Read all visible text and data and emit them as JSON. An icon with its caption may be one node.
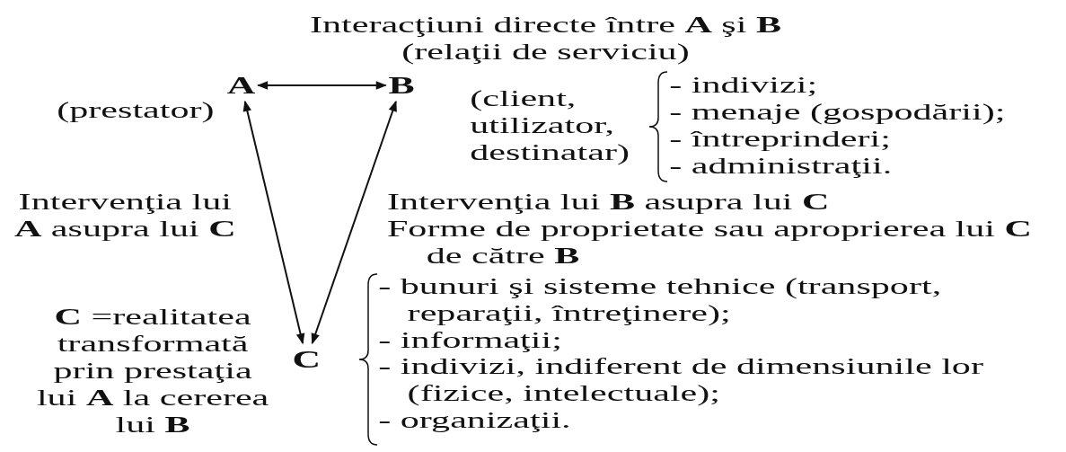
{
  "diagram": {
    "nodes": [
      {
        "text": [
          "A"
        ],
        "beside": [
          "(prestator)"
        ]
      },
      {
        "text": [
          "B"
        ],
        "beside": [
          "(client, utilizator, destinatar)"
        ]
      },
      {
        "text": [
          "C"
        ],
        "beside": [
          "**C** =realitatea transformată prin prestaţia lui **A** la cererea lui **B**"
        ]
      }
    ],
    "edges": [
      {
        "from": 0,
        "to": 1,
        "arrow": "both",
        "label": "Interacţiuni directe între **A** şi **B** (relaţii de serviciu)"
      },
      {
        "from": 0,
        "to": 2,
        "arrow": "both",
        "label": "Intervenţia lui **A** asupra lui **C**"
      },
      {
        "from": 1,
        "to": 2,
        "arrow": "both",
        "label": "Intervenţia lui **B** asupra lui **C**"
      }
    ],
    "labels": [
      "- indivizi;",
      "- menaje (gospodării);",
      "- întreprinderi;",
      "- administraţii.",
      "Forme de proprietate sau aproprierea lui **C** de către **B**",
      "- bunuri şi sisteme tehnice (transport, reparaţii, întreţinere);",
      "- informaţii;",
      "- indivizi, indiferent de dimensiunile lor (fizice, intelectuale);",
      "- organizaţii."
    ]
  }
}
